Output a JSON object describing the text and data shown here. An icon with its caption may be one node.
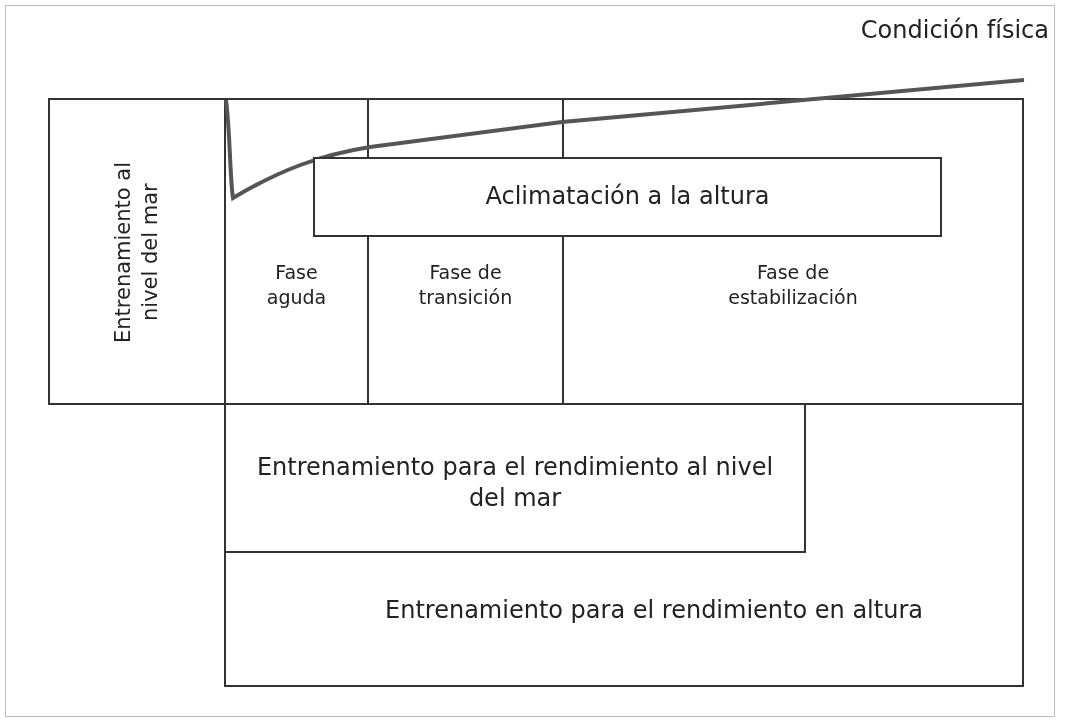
{
  "diagram": {
    "nodes": [
      {
        "text": [
          "Entrenamiento al nivel del mar"
        ]
      },
      {
        "text": [
          "Fase aguda"
        ]
      },
      {
        "text": [
          "Fase de transición"
        ]
      },
      {
        "text": [
          "Fase de estabilización"
        ]
      },
      {
        "text": [
          "Aclimatación a la altura"
        ]
      },
      {
        "text": [
          "Entrenamiento para el rendimiento en altura"
        ]
      },
      {
        "text": [
          "Entrenamiento para el rendimiento al nivel del mar"
        ],
        "in": 5
      }
    ],
    "edges": [],
    "labels": [
      "Condición física"
    ]
  }
}
